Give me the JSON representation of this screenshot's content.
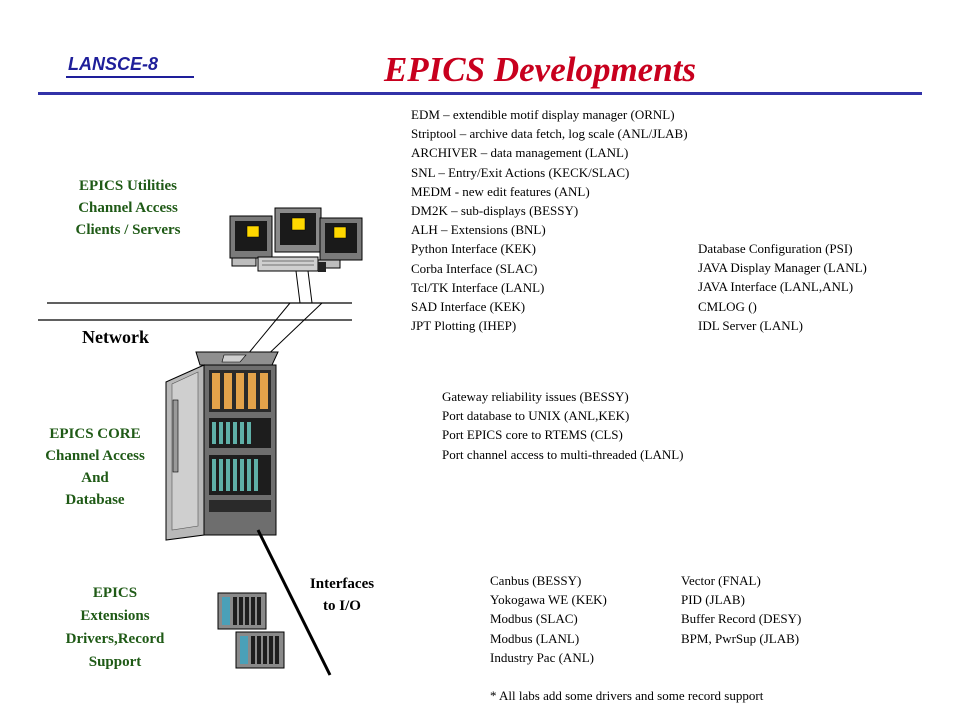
{
  "header": {
    "org": "LANSCE-8",
    "title": "EPICS Developments"
  },
  "left_labels": {
    "utilities": [
      "EPICS Utilities",
      "Channel Access",
      "Clients / Servers"
    ],
    "network": "Network",
    "core": [
      "EPICS CORE",
      "Channel Access",
      "And",
      "Database"
    ],
    "extensions": [
      "EPICS",
      "Extensions",
      "Drivers,Record",
      "Support"
    ],
    "interfaces": [
      "Interfaces",
      "to I/O"
    ]
  },
  "developments": {
    "left": [
      "EDM – extendible motif display manager (ORNL)",
      "Striptool – archive data fetch, log scale (ANL/JLAB)",
      "ARCHIVER – data management (LANL)",
      "SNL – Entry/Exit Actions (KECK/SLAC)",
      "MEDM - new edit features (ANL)",
      "DM2K – sub-displays (BESSY)",
      "ALH – Extensions (BNL)",
      "Python Interface (KEK)",
      "Corba Interface (SLAC)",
      "Tcl/TK Interface (LANL)",
      "SAD Interface (KEK)",
      "JPT Plotting (IHEP)"
    ],
    "right": [
      "Database Configuration (PSI)",
      "JAVA Display Manager (LANL)",
      "JAVA Interface (LANL,ANL)",
      "CMLOG ()",
      "IDL Server (LANL)"
    ]
  },
  "core_items": [
    "Gateway reliability issues (BESSY)",
    "Port database to UNIX (ANL,KEK)",
    "Port EPICS core to RTEMS (CLS)",
    "Port channel access to multi-threaded (LANL)"
  ],
  "drivers": {
    "left": [
      "Canbus (BESSY)",
      "Yokogawa WE (KEK)",
      "Modbus (SLAC)",
      "Modbus (LANL)",
      "Industry Pac (ANL)"
    ],
    "right": [
      "Vector (FNAL)",
      "PID (JLAB)",
      "Buffer Record (DESY)",
      "BPM, PwrSup (JLAB)"
    ]
  },
  "footnote": "* All labs add some drivers and some record support",
  "colors": {
    "org": "#1e1e9a",
    "title": "#c8001e",
    "rule": "#3232a8",
    "labels": "#1f5a16"
  },
  "icons": {
    "workstations": "computer-workstations-icon",
    "rack": "ioc-rack-cabinet-icon",
    "io_modules": "io-module-crate-icon"
  }
}
